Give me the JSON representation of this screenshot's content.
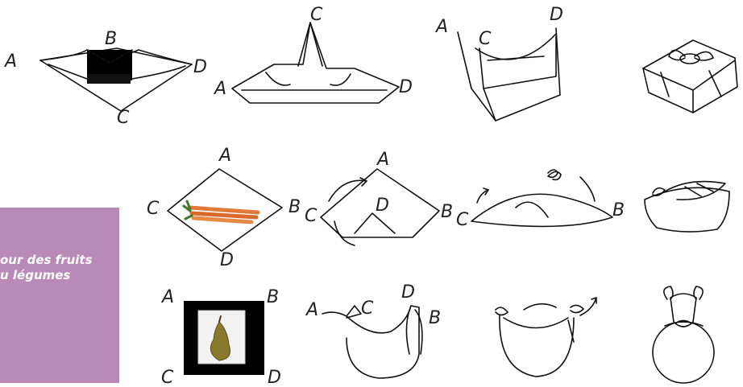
{
  "caption": {
    "line1": "our des  fruits",
    "line2": "u légumes",
    "color": "#b989b8"
  },
  "labels": {
    "A": "A",
    "B": "B",
    "C": "C",
    "D": "D"
  }
}
